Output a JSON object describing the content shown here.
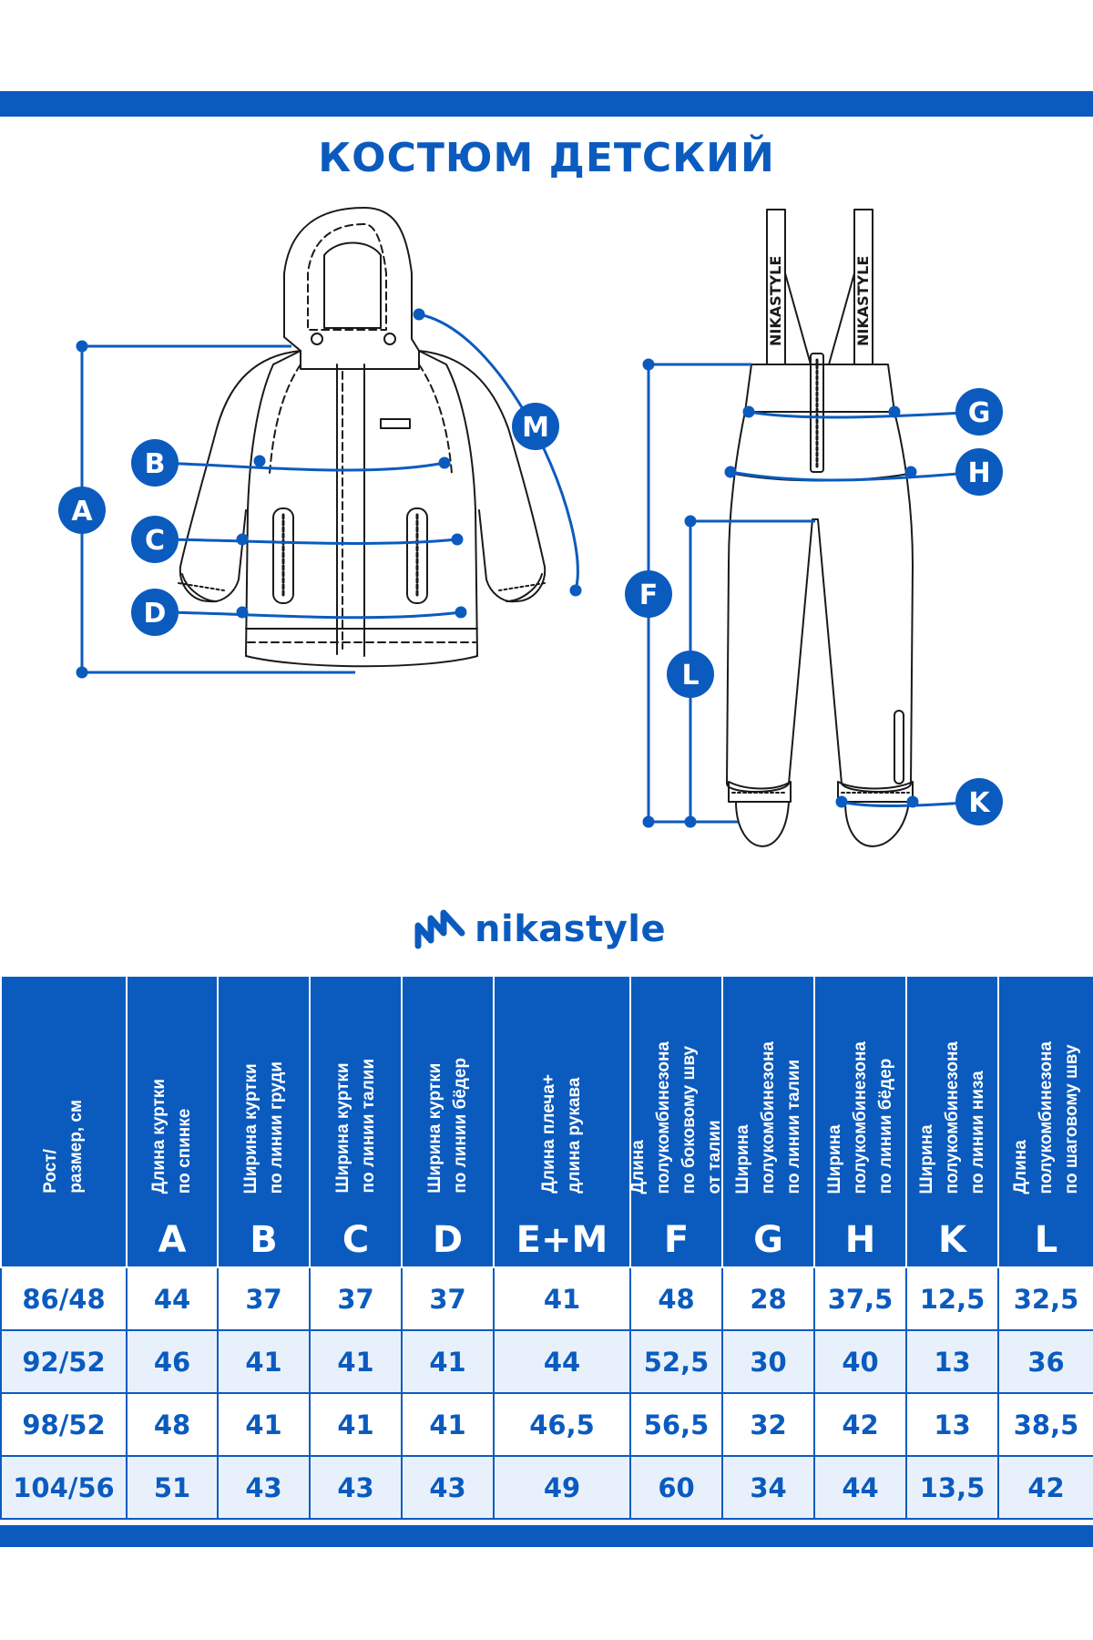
{
  "title": "КОСТЮМ ДЕТСКИЙ",
  "brand": {
    "name": "nikastyle"
  },
  "diagram_labels": {
    "jacket": [
      "A",
      "B",
      "C",
      "D",
      "M"
    ],
    "overalls": [
      "G",
      "H",
      "F",
      "L",
      "K"
    ],
    "strap_text": "NIKASTYLE"
  },
  "colors": {
    "accent": "#0b5bbf",
    "row_alt": "#e8f1fb",
    "line": "#1a1a1a"
  },
  "table": {
    "headers": [
      {
        "text": "Рост/\nразмер, см",
        "letter": ""
      },
      {
        "text": "Длина куртки\nпо спинке",
        "letter": "A"
      },
      {
        "text": "Ширина куртки\nпо линии груди",
        "letter": "B"
      },
      {
        "text": "Ширина куртки\nпо линии талии",
        "letter": "C"
      },
      {
        "text": "Ширина куртки\nпо линии бёдер",
        "letter": "D"
      },
      {
        "text": "Длина плеча+\nдлина рукава",
        "letter": "E+M"
      },
      {
        "text": "Длина\nполукомбинезона\nпо боковому шву\nот талии",
        "letter": "F"
      },
      {
        "text": "Ширина\nполукомбинезона\nпо линии талии",
        "letter": "G"
      },
      {
        "text": "Ширина\nполукомбинезона\nпо линии бёдер",
        "letter": "H"
      },
      {
        "text": "Ширина\nполукомбинезона\nпо линии низа",
        "letter": "K"
      },
      {
        "text": "Длина\nполукомбинезона\nпо шаговому шву",
        "letter": "L"
      }
    ],
    "rows": [
      [
        "86/48",
        "44",
        "37",
        "37",
        "37",
        "41",
        "48",
        "28",
        "37,5",
        "12,5",
        "32,5"
      ],
      [
        "92/52",
        "46",
        "41",
        "41",
        "41",
        "44",
        "52,5",
        "30",
        "40",
        "13",
        "36"
      ],
      [
        "98/52",
        "48",
        "41",
        "41",
        "41",
        "46,5",
        "56,5",
        "32",
        "42",
        "13",
        "38,5"
      ],
      [
        "104/56",
        "51",
        "43",
        "43",
        "43",
        "49",
        "60",
        "34",
        "44",
        "13,5",
        "42"
      ]
    ]
  }
}
